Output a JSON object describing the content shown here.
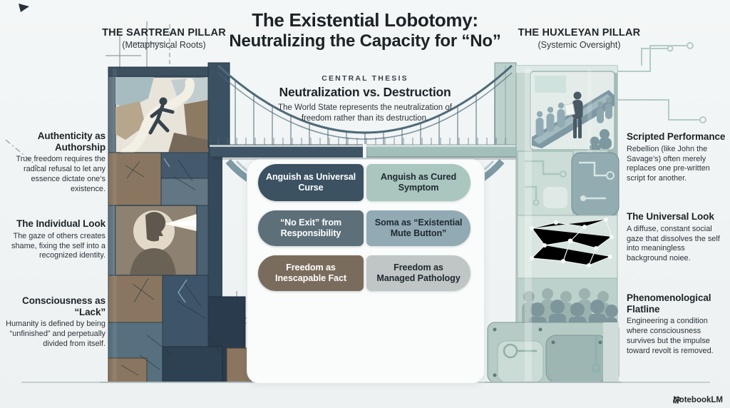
{
  "palette": {
    "background": "#f4f7f7",
    "ink": "#1c2327",
    "body_text": "#2b333a",
    "stone_blue": "#44596b",
    "stone_brown": "#8a7660",
    "glass_green": "#c6d7d2",
    "bridge_steel": "#4f6a78"
  },
  "title": {
    "line1": "The Existential Lobotomy:",
    "line2": "Neutralizing the Capacity for “No”"
  },
  "left_pillar": {
    "heading": "THE SARTREAN PILLAR",
    "subheading": "(Metaphysical Roots)"
  },
  "right_pillar": {
    "heading": "THE HUXLEYAN PILLAR",
    "subheading": "(Systemic Oversight)"
  },
  "central_thesis": {
    "kicker": "CENTRAL THESIS",
    "heading": "Neutralization vs. Destruction",
    "body": "The World State represents the neutralization of freedom rather than its destruction."
  },
  "comparison": {
    "rows": [
      {
        "left": {
          "label": "Anguish as Universal Curse",
          "bg": "#3c5262",
          "fg": "#ffffff"
        },
        "right": {
          "label": "Anguish as Cured Symptom",
          "bg": "#a9c6bf",
          "fg": "#202a31"
        }
      },
      {
        "left": {
          "label": "“No Exit” from Responsibility",
          "bg": "#5d6f79",
          "fg": "#ffffff"
        },
        "right": {
          "label": "Soma as “Existential Mute Button”",
          "bg": "#92aab4",
          "fg": "#202a31"
        }
      },
      {
        "left": {
          "label": "Freedom as Inescapable Fact",
          "bg": "#7a6c5d",
          "fg": "#ffffff"
        },
        "right": {
          "label": "Freedom as Managed Pathology",
          "bg": "#bfc6c5",
          "fg": "#202a31"
        }
      }
    ]
  },
  "left_notes": [
    {
      "heading": "Authenticity as Authorship",
      "body": "True freedom requires the radical refusal to let any essence dictate one’s existence."
    },
    {
      "heading": "The Individual Look",
      "body": "The gaze of others creates shame, fixing the self into a recognized identity."
    },
    {
      "heading": "Consciousness as “Lack”",
      "body": "Humanity is defined by being “unfinished” and perpetually divided from itself."
    }
  ],
  "right_notes": [
    {
      "heading": "Scripted Performance",
      "body": "Rebellion (like John the Savage’s) often merely replaces one pre-written script for another."
    },
    {
      "heading": "The Universal Look",
      "body": "A diffuse, constant social gaze that dissolves the self into meaningless background noiee."
    },
    {
      "heading": "Phenomenological Flatline",
      "body": "Engineering a condition where consciousness survives but the impulse toward revolt is removed."
    }
  ],
  "footer": {
    "brand": "NotebookLM"
  }
}
